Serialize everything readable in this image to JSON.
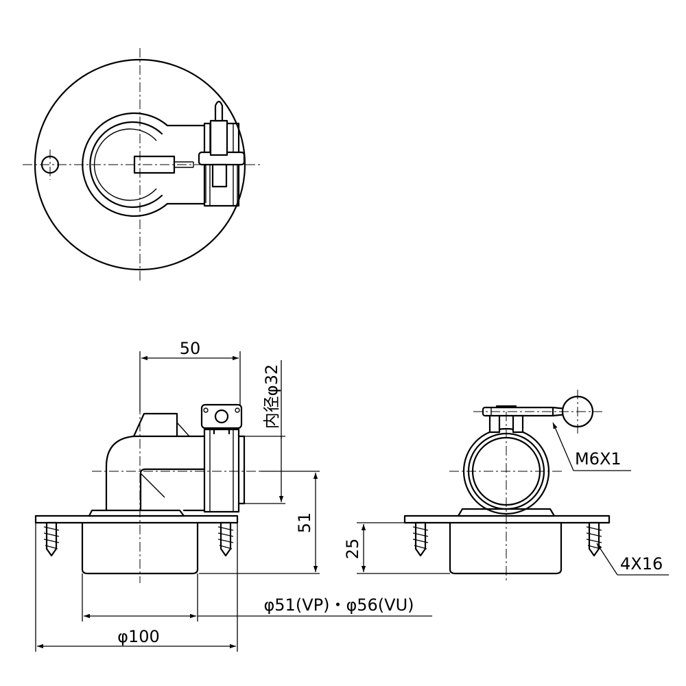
{
  "dimensions": {
    "width_50": "50",
    "inner_dia": "内径φ32",
    "height_51": "51",
    "height_25": "25",
    "outlet_dia": "φ51(VP)・φ56(VU)",
    "flange_dia": "φ100",
    "thread": "M6X1",
    "screws": "4X16"
  },
  "colors": {
    "line": "#000000",
    "background": "#ffffff"
  }
}
